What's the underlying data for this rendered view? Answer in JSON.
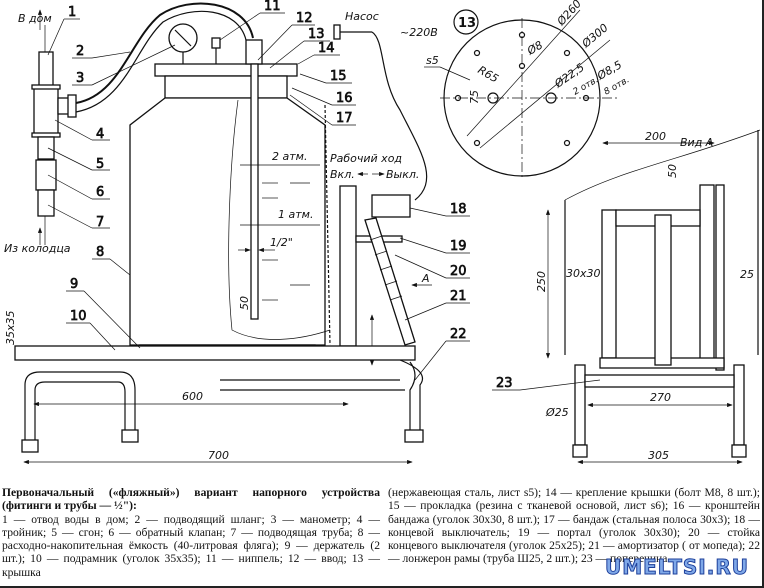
{
  "labels": {
    "to_house": "В дом",
    "from_well": "Из колодца",
    "pump": "Насос",
    "voltage": "~220В",
    "pressure_2": "2 атм.",
    "pressure_1": "1 атм.",
    "pipe_size": "1/2\"",
    "working_stroke": "Рабочий  ход",
    "on": "Вкл.",
    "off": "Выкл.",
    "arrow_a": "А",
    "view_a": "Вид А",
    "detail_13": "13",
    "thickness": "s5"
  },
  "callouts": [
    "1",
    "2",
    "3",
    "4",
    "5",
    "6",
    "7",
    "8",
    "9",
    "10",
    "11",
    "12",
    "13",
    "14",
    "15",
    "16",
    "17",
    "18",
    "19",
    "20",
    "21",
    "22",
    "23"
  ],
  "dimensions": {
    "main": [
      "35x35",
      "600",
      "700",
      "50"
    ],
    "disk": [
      "75",
      "Ø8",
      "R65",
      "Ø260",
      "Ø300",
      "Ø22,5",
      "2 отв.",
      "Ø8,5",
      "8 отв."
    ],
    "view_a": [
      "200",
      "50",
      "250",
      "30x30",
      "25",
      "270",
      "Ø25",
      "305"
    ]
  },
  "caption": {
    "title": "Первоначальный («фляжный») вариант напорного устройства (фитинги и трубы — ½\"):",
    "left_text": "1 — отвод воды в дом; 2 — подводящий шланг; 3 — манометр; 4 — тройник; 5 — сгон; 6 — обратный клапан; 7 — подводящая труба; 8 — расходно-накопительная ёмкость (40-литровая фляга); 9 — держатель (2 шт.); 10 — подрамник (уголок 35х35); 11 — ниппель; 12 — ввод; 13 — крышка",
    "right_text": "(нержавеющая сталь, лист s5); 14 — крепление крышки (болт М8, 8 шт.); 15 — прокладка (резина с тканевой основой, лист s6); 16 — кронштейн бандажа (уголок 30х30, 8 шт.); 17 — бандаж (стальная полоса 30х3); 18 — концевой выключатель; 19 — портал (уголок 30х30); 20 — стойка концевого выключателя (уголок 25х25); 21 — амортизатор ( от мопеда); 22 — лонжерон рамы (труба Ш25, 2 шт.); 23 — поперечина"
  },
  "watermark": "UMELTSI.RU"
}
